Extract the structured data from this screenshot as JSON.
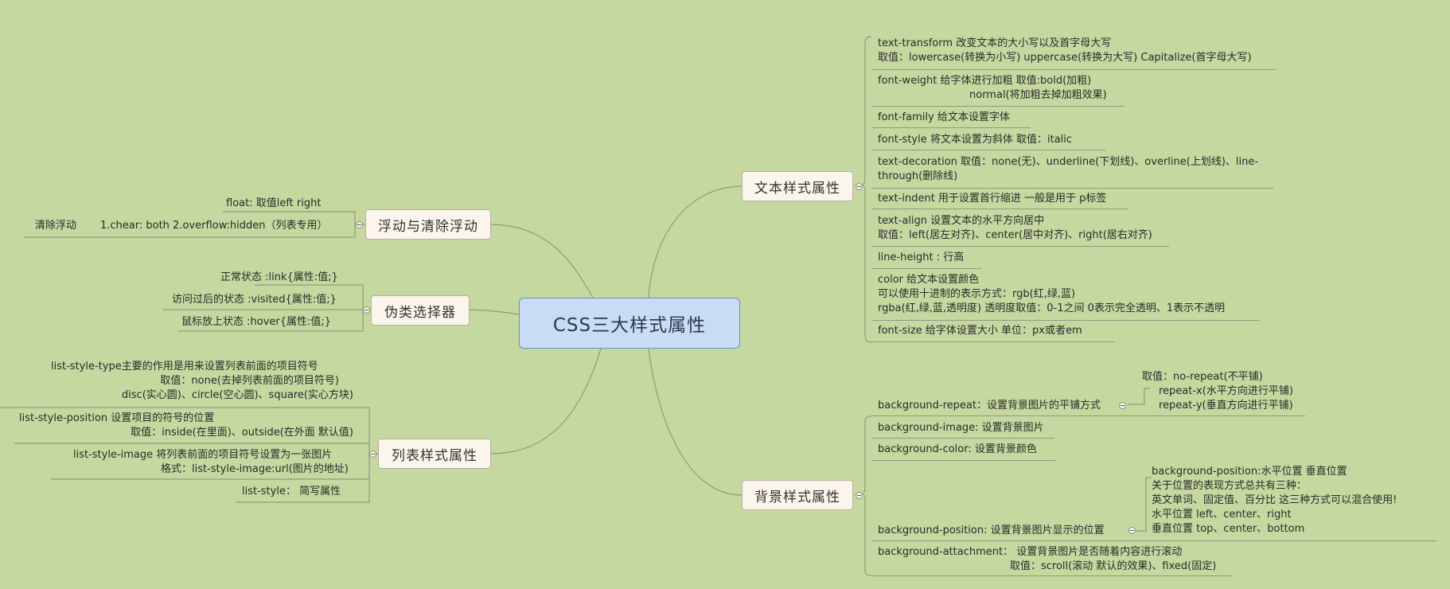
{
  "root": "CSS三大样式属性",
  "topics": {
    "text": "文本样式属性",
    "float": "浮动与清除浮动",
    "pseudo": "伪类选择器",
    "list": "列表样式属性",
    "bg": "背景样式属性"
  },
  "text_props": {
    "transform": [
      "text-transform     改变文本的大小写以及首字母大写",
      "取值：lowercase(转换为小写)    uppercase(转换为大写)   Capitalize(首字母大写)"
    ],
    "weight": [
      "font-weight   给字体进行加粗      取值:bold(加粗)",
      "normal(将加粗去掉加粗效果)"
    ],
    "family": "font-family    给文本设置字体",
    "style": "font-style      将文本设置为斜体     取值：italic",
    "decoration": [
      "text-decoration     取值：none(无)、underline(下划线)、overline(上划线)、line-",
      "through(删除线)"
    ],
    "indent": "text-indent    用于设置首行缩进  一般是用于 p标签",
    "align": [
      "text-align       设置文本的水平方向居中",
      "取值：left(居左对齐)、center(居中对齐)、right(居右对齐)"
    ],
    "lineheight": "line-height    :   行高",
    "color": [
      "color      给文本设置颜色",
      "可以使用十进制的表示方式：rgb(红,绿,蓝)",
      "rgba(红,绿,蓝,透明度) 透明度取值：0-1之间 0表示完全透明、1表示不透明"
    ],
    "size": "font-size 给字体设置大小    单位：px或者em"
  },
  "float_props": {
    "float": "float:  取值left       right",
    "clear_label": "清除浮动",
    "clear": "1.chear:   both      2.overflow:hidden（列表专用）"
  },
  "pseudo_props": {
    "link": "正常状态      :link{属性:值;}",
    "visited": "访问过后的状态      :visited{属性:值;}",
    "hover": "鼠标放上状态       :hover{属性:值;}"
  },
  "list_props": {
    "type": [
      "list-style-type主要的作用是用来设置列表前面的项目符号",
      "取值：none(去掉列表前面的项目符号)",
      "disc(实心圆)、circle(空心圆)、square(实心方块)"
    ],
    "position": [
      "list-style-position  设置项目的符号的位置",
      "取值：inside(在里面)、outside(在外面  默认值)"
    ],
    "image": [
      "list-style-image       将列表前面的项目符号设置为一张图片",
      "格式：list-style-image:url(图片的地址)"
    ],
    "shorthand": "list-style：      简写属性"
  },
  "bg_props": {
    "repeat": "background-repeat：设置背景图片的平铺方式",
    "repeat_values": [
      "取值：no-repeat(不平铺)",
      "repeat-x(水平方向进行平铺)",
      "repeat-y(垂直方向进行平铺)"
    ],
    "image": "background-image:    设置背景图片",
    "color": "background-color:     设置背景颜色",
    "position": "background-position:  设置背景图片显示的位置",
    "position_values": [
      "background-position:水平位置 垂直位置",
      "关于位置的表现方式总共有三种：",
      "英文单词、固定值、百分比 这三种方式可以混合使用!",
      "水平位置  left、center、right",
      "垂直位置  top、center、bottom"
    ],
    "attachment": [
      "background-attachment：        设置背景图片是否随着内容进行滚动",
      "取值：scroll(滚动 默认的效果)、fixed(固定)"
    ]
  },
  "colors": {
    "background": "#c5d8a0",
    "root_fill": "#c8dcf5",
    "topic_fill": "#fbf5ec",
    "line": "#8f9a80"
  }
}
